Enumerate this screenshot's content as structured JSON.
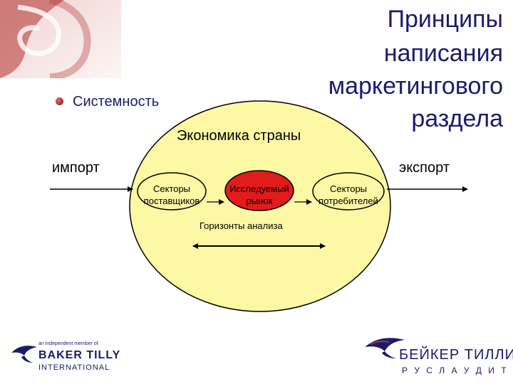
{
  "slide": {
    "title_lines": [
      "Принципы",
      "написания",
      "маркетингового",
      "раздела"
    ],
    "bullet": "Системность"
  },
  "diagram": {
    "economy_label": "Экономика страны",
    "import_label": "импорт",
    "export_label": "экспорт",
    "suppliers_line1": "Секторы",
    "suppliers_line2": "поставщиков",
    "market_line1": "Исследуемый",
    "market_line2": "рынок",
    "consumers_line1": "Секторы",
    "consumers_line2": "потребителей",
    "horizons_label": "Горизонты анализа"
  },
  "logos": {
    "left_tagline": "an independent member of",
    "left_name1": "BAKER TILLY",
    "left_name2": "INTERNATIONAL",
    "right_name1": "БЕЙКЕР ТИЛЛИ",
    "right_name2": "Р У С Л А У Д И Т"
  },
  "colors": {
    "title": "#1c1a6e",
    "ellipse_fill": "#fcf8a4",
    "market_fill": "#e21b1b",
    "node_fill": "#fcf8a4",
    "deco": "#b0322e"
  }
}
